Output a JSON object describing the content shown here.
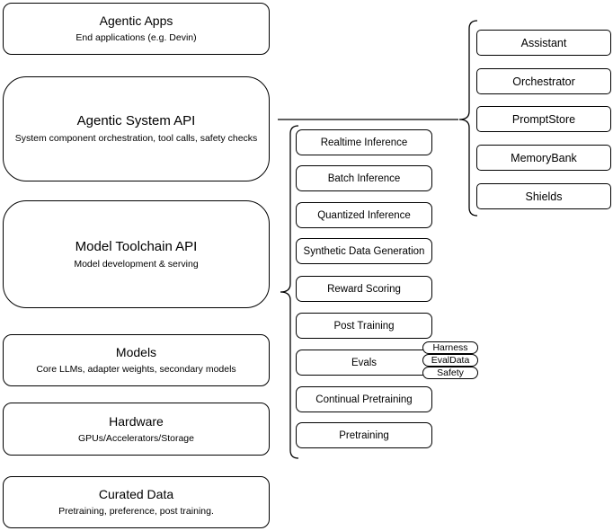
{
  "colors": {
    "stroke": "#000000",
    "background": "#ffffff",
    "text": "#000000"
  },
  "left_stack": [
    {
      "title": "Agentic Apps",
      "subtitle": "End applications (e.g. Devin)"
    },
    {
      "title": "Agentic System API",
      "subtitle": "System component orchestration, tool calls, safety checks"
    },
    {
      "title": "Model Toolchain API",
      "subtitle": "Model development & serving"
    },
    {
      "title": "Models",
      "subtitle": "Core LLMs, adapter weights, secondary models"
    },
    {
      "title": "Hardware",
      "subtitle": "GPUs/Accelerators/Storage"
    },
    {
      "title": "Curated Data",
      "subtitle": "Pretraining, preference, post training."
    }
  ],
  "toolchain_services": [
    {
      "label": "Realtime Inference"
    },
    {
      "label": "Batch Inference"
    },
    {
      "label": "Quantized Inference"
    },
    {
      "label": "Synthetic Data Generation"
    },
    {
      "label": "Reward Scoring"
    },
    {
      "label": "Post Training"
    },
    {
      "label": "Evals"
    },
    {
      "label": "Continual Pretraining"
    },
    {
      "label": "Pretraining"
    }
  ],
  "evals_tags": [
    {
      "label": "Harness"
    },
    {
      "label": "EvalData"
    },
    {
      "label": "Safety"
    }
  ],
  "system_components": [
    {
      "label": "Assistant"
    },
    {
      "label": "Orchestrator"
    },
    {
      "label": "PromptStore"
    },
    {
      "label": "MemoryBank"
    },
    {
      "label": "Shields"
    }
  ]
}
